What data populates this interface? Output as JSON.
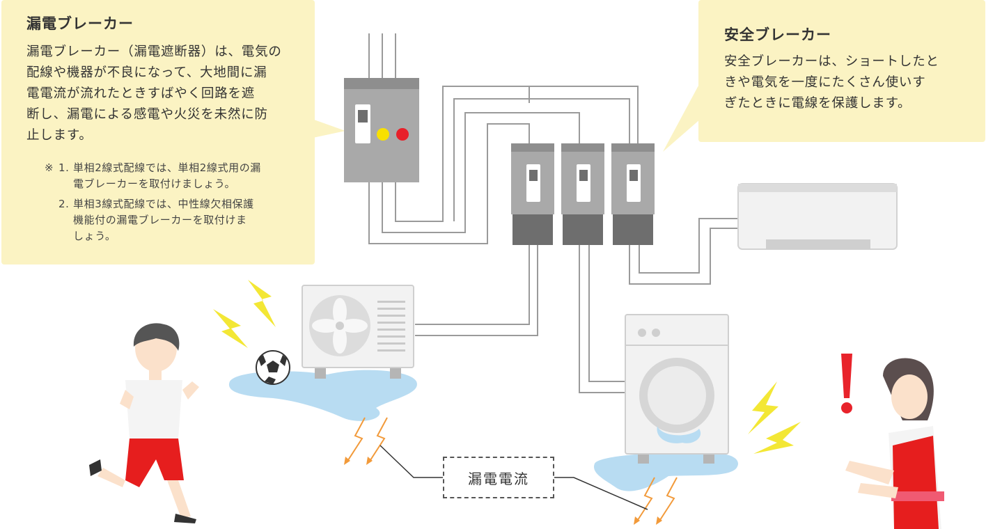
{
  "leakage_breaker": {
    "title": "漏電ブレーカー",
    "body": "漏電ブレーカー（漏電遮断器）は、電気の\n配線や機器が不良になって、大地間に漏\n電電流が流れたときすばやく回路を遮\n断し、漏電による感電や火災を未然に防\n止します。",
    "note_mark": "※",
    "notes": [
      {
        "num": "1.",
        "text": "単相2線式配線では、単相2線式用の漏\n電ブレーカーを取付けましょう。"
      },
      {
        "num": "2.",
        "text": "単相3線式配線では、中性線欠相保護\n機能付の漏電ブレーカーを取付けま\nしょう。"
      }
    ]
  },
  "safety_breaker": {
    "title": "安全ブレーカー",
    "body": "安全ブレーカーは、ショートしたと\nきや電気を一度にたくさん使いす\nぎたときに電線を保護します。"
  },
  "leakage_current_label": "漏電電流",
  "colors": {
    "callout_bg": "#fbf3c3",
    "wire": "#9a9a9a",
    "panel": "#a9a9a9",
    "breaker_dark": "#6e6e6e",
    "water": "#b8dcf2",
    "spark_yellow": "#f3e735",
    "current_orange": "#f29a3a",
    "alert_red": "#e8232b",
    "indicator_yellow": "#f8e000",
    "indicator_red": "#e8202a"
  },
  "icons": [
    "soccer-ball-icon",
    "spark-icon",
    "exclamation-icon",
    "fan-icon"
  ]
}
